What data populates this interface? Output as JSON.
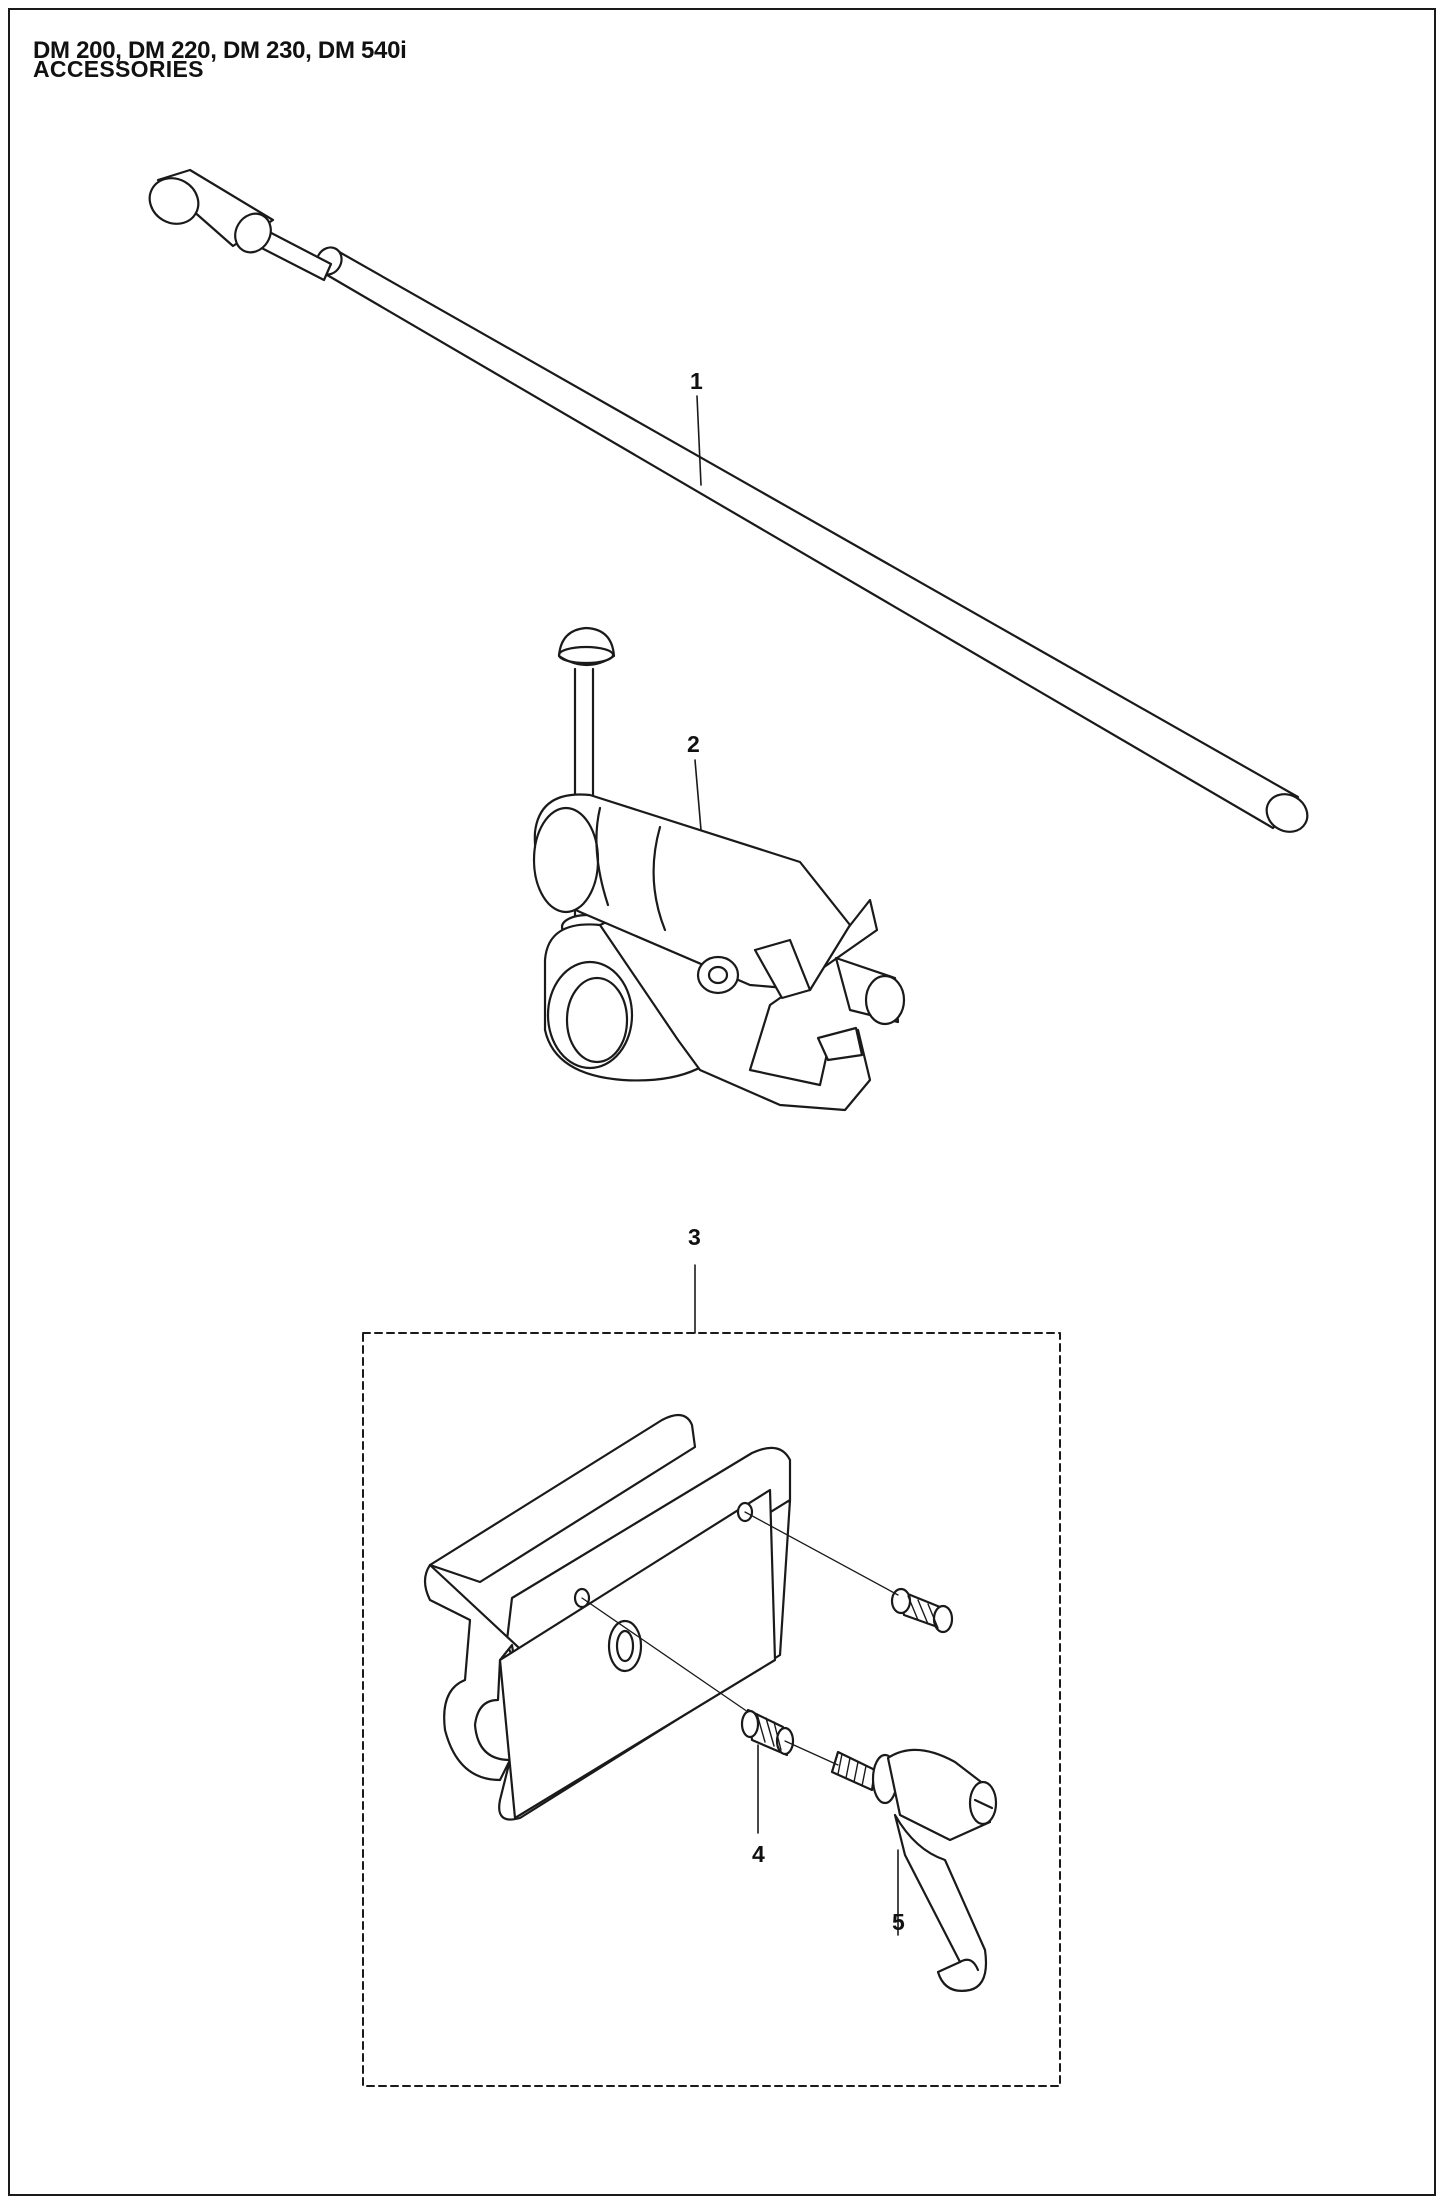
{
  "header": {
    "models": "DM 200, DM 220, DM 230, DM  540i",
    "section": "ACCESSORIES"
  },
  "parts": [
    {
      "ref": "1",
      "icon": "extension-rod-icon"
    },
    {
      "ref": "2",
      "icon": "pipe-clamp-icon"
    },
    {
      "ref": "3",
      "icon": "kit-bracket-icon"
    },
    {
      "ref": "4",
      "icon": "set-screw-icon"
    },
    {
      "ref": "5",
      "icon": "lever-handle-icon"
    }
  ],
  "colors": {
    "line": "#1a1a1a",
    "fill": "#ffffff"
  }
}
